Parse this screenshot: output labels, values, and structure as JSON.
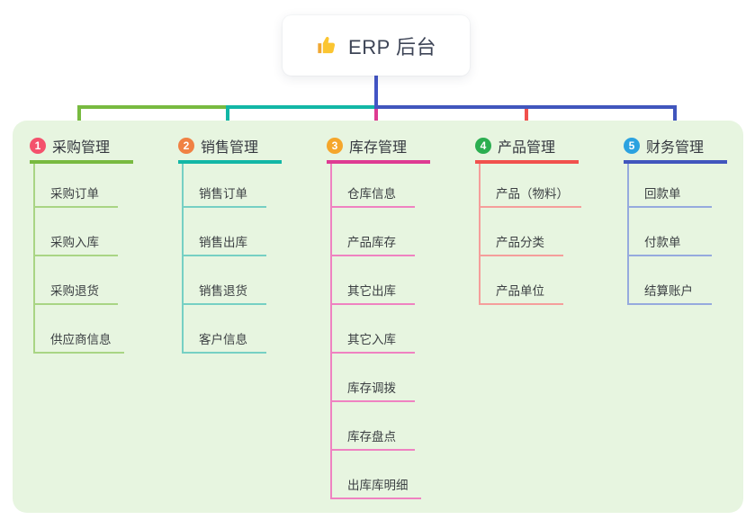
{
  "canvas": {
    "page_bg": "#ffffff",
    "panel_bg": "#e7f5e0"
  },
  "root": {
    "title": "ERP 后台",
    "icon": "thumbs-up-icon",
    "icon_color": "#fbc531",
    "stem_color": "#4355c5"
  },
  "branches": [
    {
      "badge": "1",
      "label": "采购管理",
      "colors": {
        "badge": "#f4516c",
        "line": "#78ba40",
        "sub_line": "#a9d584"
      },
      "items": [
        "采购订单",
        "采购入库",
        "采购退货",
        "供应商信息"
      ]
    },
    {
      "badge": "2",
      "label": "销售管理",
      "colors": {
        "badge": "#f08143",
        "line": "#12b7a6",
        "sub_line": "#76d0c4"
      },
      "items": [
        "销售订单",
        "销售出库",
        "销售退货",
        "客户信息"
      ]
    },
    {
      "badge": "3",
      "label": "库存管理",
      "colors": {
        "badge": "#f5a62b",
        "line": "#de3b92",
        "sub_line": "#ef82c1"
      },
      "items": [
        "仓库信息",
        "产品库存",
        "其它出库",
        "其它入库",
        "库存调拨",
        "库存盘点",
        "出库库明细"
      ]
    },
    {
      "badge": "4",
      "label": "产品管理",
      "colors": {
        "badge": "#2bae50",
        "line": "#f1514d",
        "sub_line": "#f59e9b"
      },
      "items": [
        "产品（物料）",
        "产品分类",
        "产品单位"
      ]
    },
    {
      "badge": "5",
      "label": "财务管理",
      "colors": {
        "badge": "#2ba2e0",
        "line": "#4156bd",
        "sub_line": "#96aade"
      },
      "items": [
        "回款单",
        "付款单",
        "结算账户"
      ]
    }
  ]
}
